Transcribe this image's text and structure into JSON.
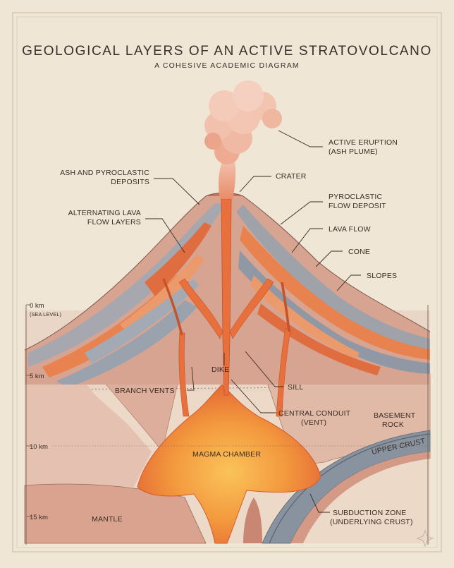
{
  "title": "GEOLOGICAL LAYERS OF AN ACTIVE STRATOVOLCANO",
  "subtitle": "A COHESIVE ACADEMIC DIAGRAM",
  "labels": {
    "eruption_1": "ACTIVE ERUPTION",
    "eruption_2": "(ASH PLUME)",
    "crater": "CRATER",
    "ash_1": "ASH AND PYROCLASTIC",
    "ash_2": "DEPOSITS",
    "pyro_1": "PYROCLASTIC",
    "pyro_2": "FLOW DEPOSIT",
    "lava_layers_1": "ALTERNATING LAVA",
    "lava_layers_2": "FLOW LAYERS",
    "lava_flow": "LAVA FLOW",
    "cone": "CONE",
    "slopes": "SLOPES",
    "dike": "DIKE",
    "branch_vents": "BRANCH VENTS",
    "sill": "SILL",
    "conduit_1": "CENTRAL CONDUIT",
    "conduit_2": "(VENT)",
    "basement_1": "BASEMENT",
    "basement_2": "ROCK",
    "magma_chamber": "MAGMA CHAMBER",
    "upper_crust": "UPPER CRUST",
    "mantle": "MANTLE",
    "subduction_1": "SUBDUCTION ZONE",
    "subduction_2": "(UNDERLYING CRUST)"
  },
  "depth_scale": {
    "ticks": [
      "0 km",
      "5 km",
      "10 km",
      "15 km"
    ],
    "sea_level": "(SEA LEVEL)"
  },
  "colors": {
    "paper": "#efe6d6",
    "lava": "#e86a3a",
    "magma": "#f5a03c",
    "ash_layer": "#8d96a1",
    "rock": "#d8a596",
    "ink": "#3a2c24"
  }
}
